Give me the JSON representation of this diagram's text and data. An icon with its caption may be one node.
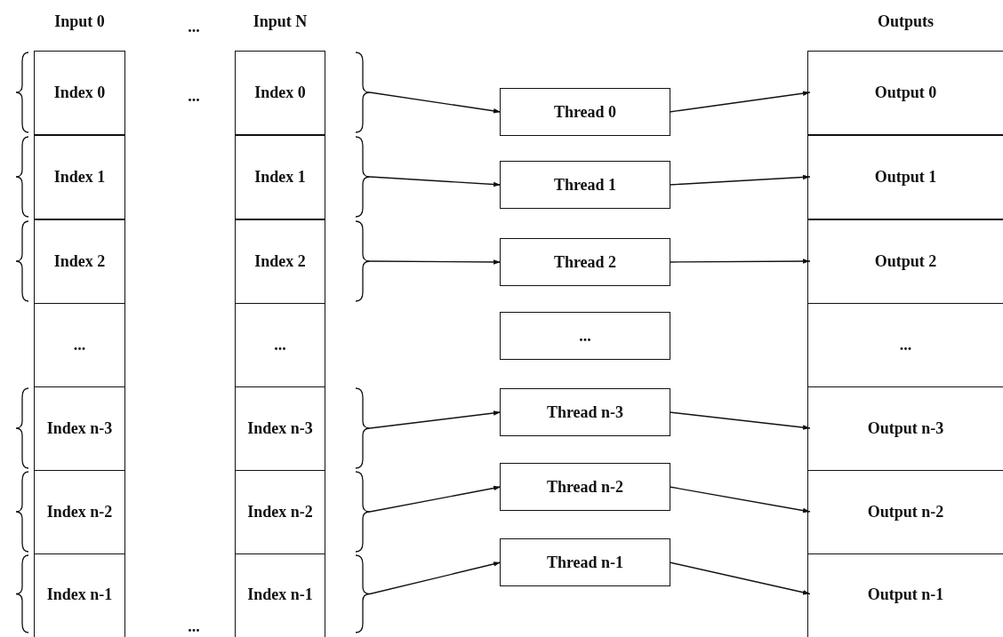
{
  "diagram": {
    "nodes": [
      {
        "text": [
          "Input 0"
        ]
      },
      {
        "text": [
          "Index 0"
        ],
        "in": 0
      },
      {
        "text": [
          "Index 1"
        ],
        "in": 0
      },
      {
        "text": [
          "Index 2"
        ],
        "in": 0
      },
      {
        "text": [
          "..."
        ],
        "in": 0
      },
      {
        "text": [
          "Index n-3"
        ],
        "in": 0
      },
      {
        "text": [
          "Index n-2"
        ],
        "in": 0
      },
      {
        "text": [
          "Index n-1"
        ],
        "in": 0
      },
      {
        "text": [
          "Input N"
        ]
      },
      {
        "text": [
          "Index 0"
        ],
        "in": 8
      },
      {
        "text": [
          "Index 1"
        ],
        "in": 8
      },
      {
        "text": [
          "Index 2"
        ],
        "in": 8
      },
      {
        "text": [
          "..."
        ],
        "in": 8
      },
      {
        "text": [
          "Index n-3"
        ],
        "in": 8
      },
      {
        "text": [
          "Index n-2"
        ],
        "in": 8
      },
      {
        "text": [
          "Index n-1"
        ],
        "in": 8
      },
      {
        "text": [
          "Thread 0"
        ]
      },
      {
        "text": [
          "Thread 1"
        ]
      },
      {
        "text": [
          "Thread 2"
        ]
      },
      {
        "text": [
          "..."
        ]
      },
      {
        "text": [
          "Thread n-3"
        ]
      },
      {
        "text": [
          "Thread n-2"
        ]
      },
      {
        "text": [
          "Thread n-1"
        ]
      },
      {
        "text": [
          "Outputs"
        ]
      },
      {
        "text": [
          "Output 0"
        ],
        "in": 23
      },
      {
        "text": [
          "Output 1"
        ],
        "in": 23
      },
      {
        "text": [
          "Output 2"
        ],
        "in": 23
      },
      {
        "text": [
          "..."
        ],
        "in": 23
      },
      {
        "text": [
          "Output n-3"
        ],
        "in": 23
      },
      {
        "text": [
          "Output n-2"
        ],
        "in": 23
      },
      {
        "text": [
          "Output n-1"
        ],
        "in": 23
      }
    ],
    "edges": [
      {
        "from": 9,
        "to": 16,
        "arrow": "to"
      },
      {
        "from": 16,
        "to": 24,
        "arrow": "to"
      },
      {
        "from": 10,
        "to": 17,
        "arrow": "to"
      },
      {
        "from": 17,
        "to": 25,
        "arrow": "to"
      },
      {
        "from": 11,
        "to": 18,
        "arrow": "to"
      },
      {
        "from": 18,
        "to": 26,
        "arrow": "to"
      },
      {
        "from": 13,
        "to": 20,
        "arrow": "to"
      },
      {
        "from": 20,
        "to": 28,
        "arrow": "to"
      },
      {
        "from": 14,
        "to": 21,
        "arrow": "to"
      },
      {
        "from": 21,
        "to": 29,
        "arrow": "to"
      },
      {
        "from": 15,
        "to": 22,
        "arrow": "to"
      },
      {
        "from": 22,
        "to": 30,
        "arrow": "to"
      }
    ],
    "labels": [
      "...",
      "...",
      "..."
    ]
  }
}
